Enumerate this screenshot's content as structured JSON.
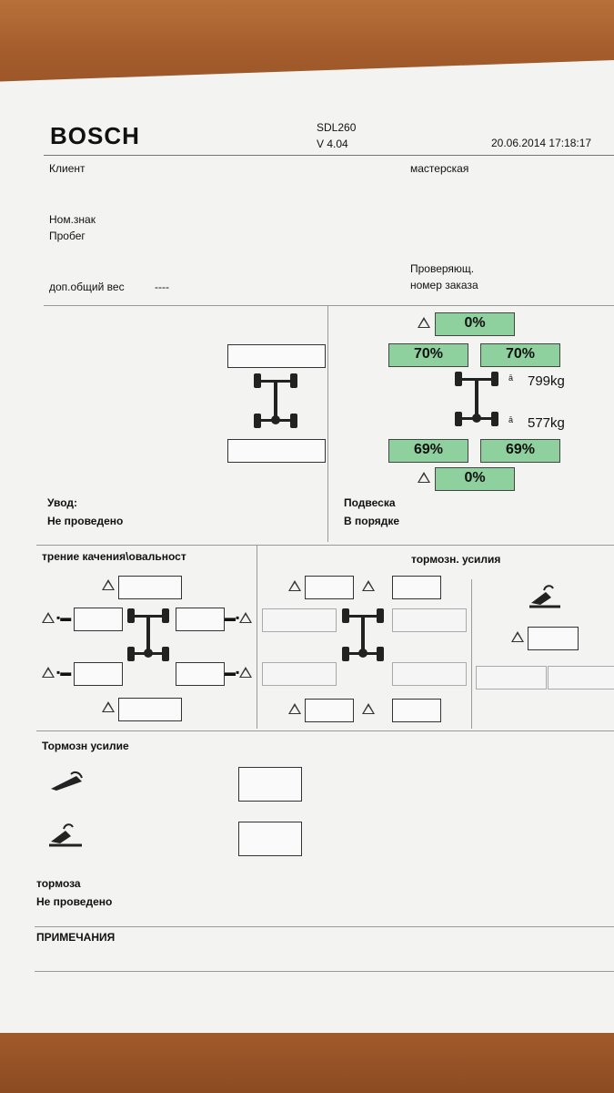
{
  "header": {
    "brand": "BOSCH",
    "model": "SDL260",
    "version": "V 4.04",
    "datetime": "20.06.2014  17:18:17"
  },
  "fields": {
    "client": "Клиент",
    "workshop": "мастерская",
    "plate": "Ном.знак",
    "mileage": "Пробег",
    "inspector": "Проверяющ.",
    "order_number": "номер заказа",
    "extra_weight_label": "доп.общий вес",
    "extra_weight_value": "----"
  },
  "alignment": {
    "title": "Увод:",
    "status": "Не проведено"
  },
  "suspension": {
    "front_diff": "0%",
    "front_left": "70%",
    "front_right": "70%",
    "front_weight": "799kg",
    "rear_weight": "577kg",
    "rear_left": "69%",
    "rear_right": "69%",
    "rear_diff": "0%",
    "title": "Подвеска",
    "status": "В порядке"
  },
  "rolling": {
    "title": "трение качения\\овальност"
  },
  "brake_forces": {
    "title": "тормозн. усилия"
  },
  "pedal": {
    "title": "Тормозн усилие"
  },
  "brakes": {
    "title": "тормоза",
    "status": "Не проведено"
  },
  "notes": {
    "title": "ПРИМЕЧАНИЯ"
  },
  "colors": {
    "highlight": "#8fd19e",
    "paper": "#f3f3f1"
  }
}
